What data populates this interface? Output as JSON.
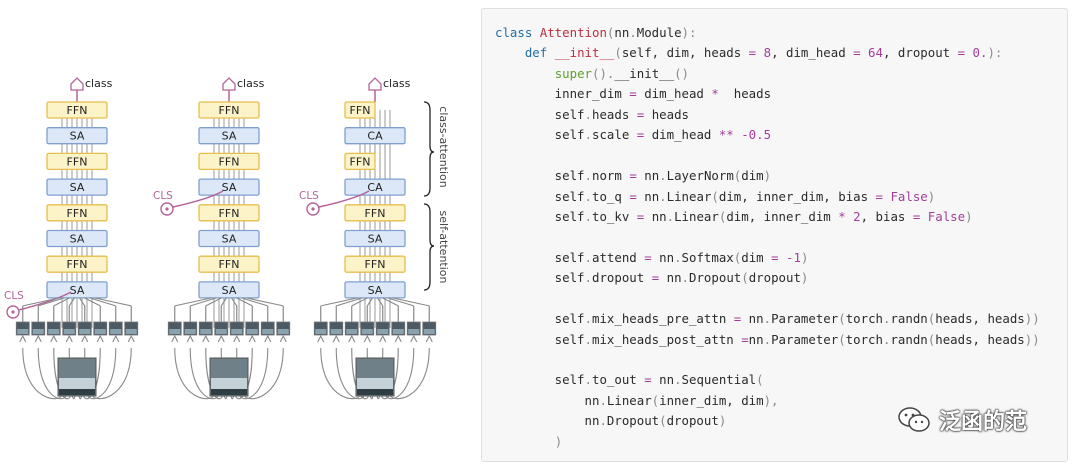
{
  "diagram": {
    "labels": {
      "class": "class",
      "cls": "CLS",
      "ffn": "FFN",
      "sa": "SA",
      "ca": "CA",
      "class_attention": "class-attention",
      "self_attention": "self-attention"
    },
    "colors": {
      "ffn_fill": "#fdf3c8",
      "ffn_stroke": "#e5bf4d",
      "sa_fill": "#dce8f8",
      "sa_stroke": "#7fa0cf",
      "cls": "#b4649b",
      "arrow": "#888888"
    },
    "columns": [
      {
        "stack": [
          "FFN",
          "SA",
          "FFN",
          "SA",
          "FFN",
          "SA",
          "FFN",
          "SA"
        ],
        "cls_level": 0
      },
      {
        "stack": [
          "FFN",
          "SA",
          "FFN",
          "SA",
          "FFN",
          "SA",
          "FFN",
          "SA"
        ],
        "cls_level": 4
      },
      {
        "stack": [
          "FFN",
          "CA",
          "FFN",
          "CA",
          "FFN",
          "SA",
          "FFN",
          "SA"
        ],
        "cls_level": 4
      }
    ]
  },
  "code": [
    [
      [
        "kw",
        "class "
      ],
      [
        "cls",
        "Attention"
      ],
      [
        "pu",
        "("
      ],
      [
        "",
        "nn"
      ],
      [
        "pu",
        "."
      ],
      [
        "",
        "Module"
      ],
      [
        "pu",
        "):"
      ]
    ],
    [
      [
        "",
        "    "
      ],
      [
        "kw",
        "def "
      ],
      [
        "fn",
        "__init__"
      ],
      [
        "pu",
        "("
      ],
      [
        "",
        "self, dim, heads "
      ],
      [
        "op",
        "="
      ],
      [
        "num",
        " 8"
      ],
      [
        "",
        ", dim_head "
      ],
      [
        "op",
        "="
      ],
      [
        "num",
        " 64"
      ],
      [
        "",
        ", dropout "
      ],
      [
        "op",
        "="
      ],
      [
        "num",
        " 0."
      ],
      [
        "pu",
        "):"
      ]
    ],
    [
      [
        "",
        "        "
      ],
      [
        "bi",
        "super"
      ],
      [
        "pu",
        "()."
      ],
      [
        "",
        "__init__"
      ],
      [
        "pu",
        "()"
      ]
    ],
    [
      [
        "",
        "        inner_dim "
      ],
      [
        "op",
        "="
      ],
      [
        "",
        " dim_head "
      ],
      [
        "op",
        "*"
      ],
      [
        "",
        "  heads"
      ]
    ],
    [
      [
        "",
        "        self"
      ],
      [
        "pu",
        "."
      ],
      [
        "",
        "heads "
      ],
      [
        "op",
        "="
      ],
      [
        "",
        " heads"
      ]
    ],
    [
      [
        "",
        "        self"
      ],
      [
        "pu",
        "."
      ],
      [
        "",
        "scale "
      ],
      [
        "op",
        "="
      ],
      [
        "",
        " dim_head "
      ],
      [
        "op",
        "**"
      ],
      [
        "num",
        " -0.5"
      ]
    ],
    [
      [
        "",
        ""
      ]
    ],
    [
      [
        "",
        "        self"
      ],
      [
        "pu",
        "."
      ],
      [
        "",
        "norm "
      ],
      [
        "op",
        "="
      ],
      [
        "",
        " nn"
      ],
      [
        "pu",
        "."
      ],
      [
        "",
        "LayerNorm"
      ],
      [
        "pu",
        "("
      ],
      [
        "",
        "dim"
      ],
      [
        "pu",
        ")"
      ]
    ],
    [
      [
        "",
        "        self"
      ],
      [
        "pu",
        "."
      ],
      [
        "",
        "to_q "
      ],
      [
        "op",
        "="
      ],
      [
        "",
        " nn"
      ],
      [
        "pu",
        "."
      ],
      [
        "",
        "Linear"
      ],
      [
        "pu",
        "("
      ],
      [
        "",
        "dim, inner_dim, bias "
      ],
      [
        "op",
        "="
      ],
      [
        "num",
        " False"
      ],
      [
        "pu",
        ")"
      ]
    ],
    [
      [
        "",
        "        self"
      ],
      [
        "pu",
        "."
      ],
      [
        "",
        "to_kv "
      ],
      [
        "op",
        "="
      ],
      [
        "",
        " nn"
      ],
      [
        "pu",
        "."
      ],
      [
        "",
        "Linear"
      ],
      [
        "pu",
        "("
      ],
      [
        "",
        "dim, inner_dim "
      ],
      [
        "op",
        "*"
      ],
      [
        "num",
        " 2"
      ],
      [
        "",
        ", bias "
      ],
      [
        "op",
        "="
      ],
      [
        "num",
        " False"
      ],
      [
        "pu",
        ")"
      ]
    ],
    [
      [
        "",
        ""
      ]
    ],
    [
      [
        "",
        "        self"
      ],
      [
        "pu",
        "."
      ],
      [
        "",
        "attend "
      ],
      [
        "op",
        "="
      ],
      [
        "",
        " nn"
      ],
      [
        "pu",
        "."
      ],
      [
        "",
        "Softmax"
      ],
      [
        "pu",
        "("
      ],
      [
        "",
        "dim "
      ],
      [
        "op",
        "="
      ],
      [
        "num",
        " -1"
      ],
      [
        "pu",
        ")"
      ]
    ],
    [
      [
        "",
        "        self"
      ],
      [
        "pu",
        "."
      ],
      [
        "",
        "dropout "
      ],
      [
        "op",
        "="
      ],
      [
        "",
        " nn"
      ],
      [
        "pu",
        "."
      ],
      [
        "",
        "Dropout"
      ],
      [
        "pu",
        "("
      ],
      [
        "",
        "dropout"
      ],
      [
        "pu",
        ")"
      ]
    ],
    [
      [
        "",
        ""
      ]
    ],
    [
      [
        "",
        "        self"
      ],
      [
        "pu",
        "."
      ],
      [
        "",
        "mix_heads_pre_attn "
      ],
      [
        "op",
        "="
      ],
      [
        "",
        " nn"
      ],
      [
        "pu",
        "."
      ],
      [
        "",
        "Parameter"
      ],
      [
        "pu",
        "("
      ],
      [
        "",
        "torch"
      ],
      [
        "pu",
        "."
      ],
      [
        "",
        "randn"
      ],
      [
        "pu",
        "("
      ],
      [
        "",
        "heads, heads"
      ],
      [
        "pu",
        "))"
      ]
    ],
    [
      [
        "",
        "        self"
      ],
      [
        "pu",
        "."
      ],
      [
        "",
        "mix_heads_post_attn "
      ],
      [
        "op",
        "="
      ],
      [
        "",
        "nn"
      ],
      [
        "pu",
        "."
      ],
      [
        "",
        "Parameter"
      ],
      [
        "pu",
        "("
      ],
      [
        "",
        "torch"
      ],
      [
        "pu",
        "."
      ],
      [
        "",
        "randn"
      ],
      [
        "pu",
        "("
      ],
      [
        "",
        "heads, heads"
      ],
      [
        "pu",
        "))"
      ]
    ],
    [
      [
        "",
        ""
      ]
    ],
    [
      [
        "",
        "        self"
      ],
      [
        "pu",
        "."
      ],
      [
        "",
        "to_out "
      ],
      [
        "op",
        "="
      ],
      [
        "",
        " nn"
      ],
      [
        "pu",
        "."
      ],
      [
        "",
        "Sequential"
      ],
      [
        "pu",
        "("
      ]
    ],
    [
      [
        "",
        "            nn"
      ],
      [
        "pu",
        "."
      ],
      [
        "",
        "Linear"
      ],
      [
        "pu",
        "("
      ],
      [
        "",
        "inner_dim, dim"
      ],
      [
        "pu",
        "),"
      ]
    ],
    [
      [
        "",
        "            nn"
      ],
      [
        "pu",
        "."
      ],
      [
        "",
        "Dropout"
      ],
      [
        "pu",
        "("
      ],
      [
        "",
        "dropout"
      ],
      [
        "pu",
        ")"
      ]
    ],
    [
      [
        "",
        "        "
      ],
      [
        "pu",
        ")"
      ]
    ]
  ],
  "watermark": {
    "text": "泛函的范",
    "icon": "wechat-icon"
  }
}
